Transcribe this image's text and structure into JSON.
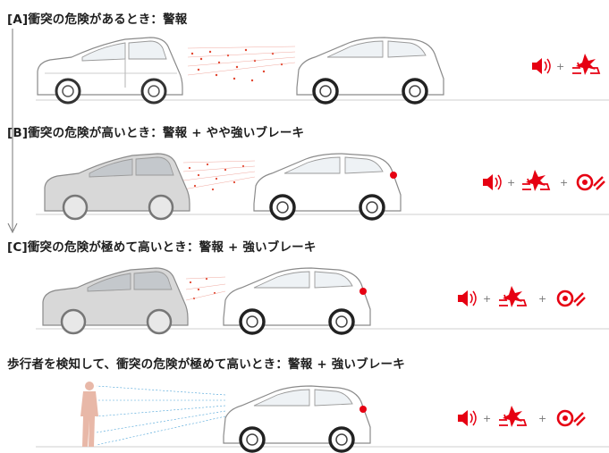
{
  "sections": [
    {
      "id": "A",
      "heading": "[A]衝突の危険があるとき：警報",
      "icons": [
        "speaker-icon",
        "plus-icon",
        "flash-icon"
      ]
    },
    {
      "id": "B",
      "heading": "[B]衝突の危険が高いとき：警報 + やや強いブレーキ",
      "icons": [
        "speaker-icon",
        "plus-icon",
        "flash-icon",
        "plus-icon",
        "brake-icon"
      ]
    },
    {
      "id": "C",
      "heading": "[C]衝突の危険が極めて高いとき：警報 + 強いブレーキ",
      "icons": [
        "speaker-icon",
        "plus-icon",
        "flash-icon",
        "plus-icon",
        "brake-icon"
      ]
    },
    {
      "id": "P",
      "heading": "歩行者を検知して、衝突の危険が極めて高いとき：警報 + 強いブレーキ",
      "icons": [
        "speaker-icon",
        "plus-icon",
        "flash-icon",
        "plus-icon",
        "brake-icon"
      ]
    }
  ],
  "colors": {
    "accent": "#e60012",
    "sensor_red": "#e2452f",
    "sensor_blue": "#4aa3d8",
    "car_stroke": "#8a8a8a",
    "ground": "#cfcfcf"
  }
}
